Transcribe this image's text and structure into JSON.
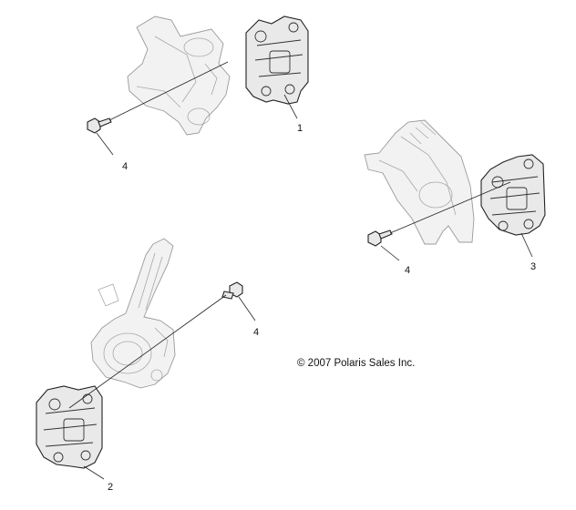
{
  "callouts": {
    "caliper_top": "1",
    "caliper_bottom": "2",
    "caliper_right": "3",
    "bolt_top": "4",
    "bolt_right": "4",
    "bolt_middle": "4"
  },
  "copyright": "© 2007 Polaris Sales Inc."
}
